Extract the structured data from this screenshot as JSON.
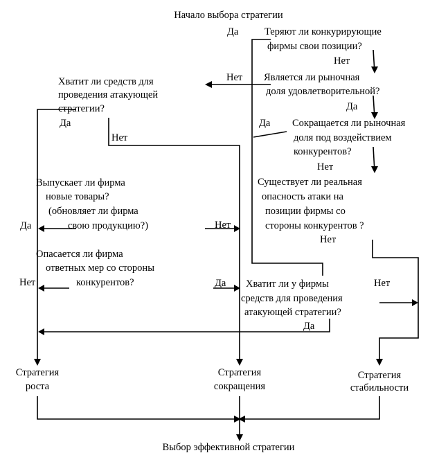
{
  "title": "Начало выбора стратегии",
  "final": "Выбор эффективной стратегии",
  "questions": {
    "q1": [
      "Теряют ли конкурирующие",
      "фирмы свои позиции?"
    ],
    "q2": [
      "Является ли рыночная",
      "доля удовлетворительной?"
    ],
    "q3": [
      "Сокращается ли рыночная",
      "доля под воздействием",
      "конкурентов?"
    ],
    "q4": [
      "Существует ли реальная",
      "опасность атаки на",
      "позиции фирмы со",
      "стороны конкурентов ?"
    ],
    "q5": [
      "Хватит ли средств для",
      "проведения атакующей",
      "стратегии?"
    ],
    "q6": [
      "Выпускает ли фирма",
      "новые товары?",
      "(обновляет ли фирма",
      "свою продукцию?)"
    ],
    "q7": [
      "Опасается ли фирма",
      "ответных мер со стороны",
      "конкурентов?"
    ],
    "q8": [
      "Хватит ли у фирмы",
      "средств для проведения",
      "атакующей стратегии?"
    ]
  },
  "labels": {
    "yes": "Да",
    "no": "Нет"
  },
  "outcomes": {
    "growth": [
      "Стратегия",
      "роста"
    ],
    "reduction": [
      "Стратегия",
      "сокращения"
    ],
    "stability": [
      "Стратегия",
      "стабильности"
    ]
  }
}
